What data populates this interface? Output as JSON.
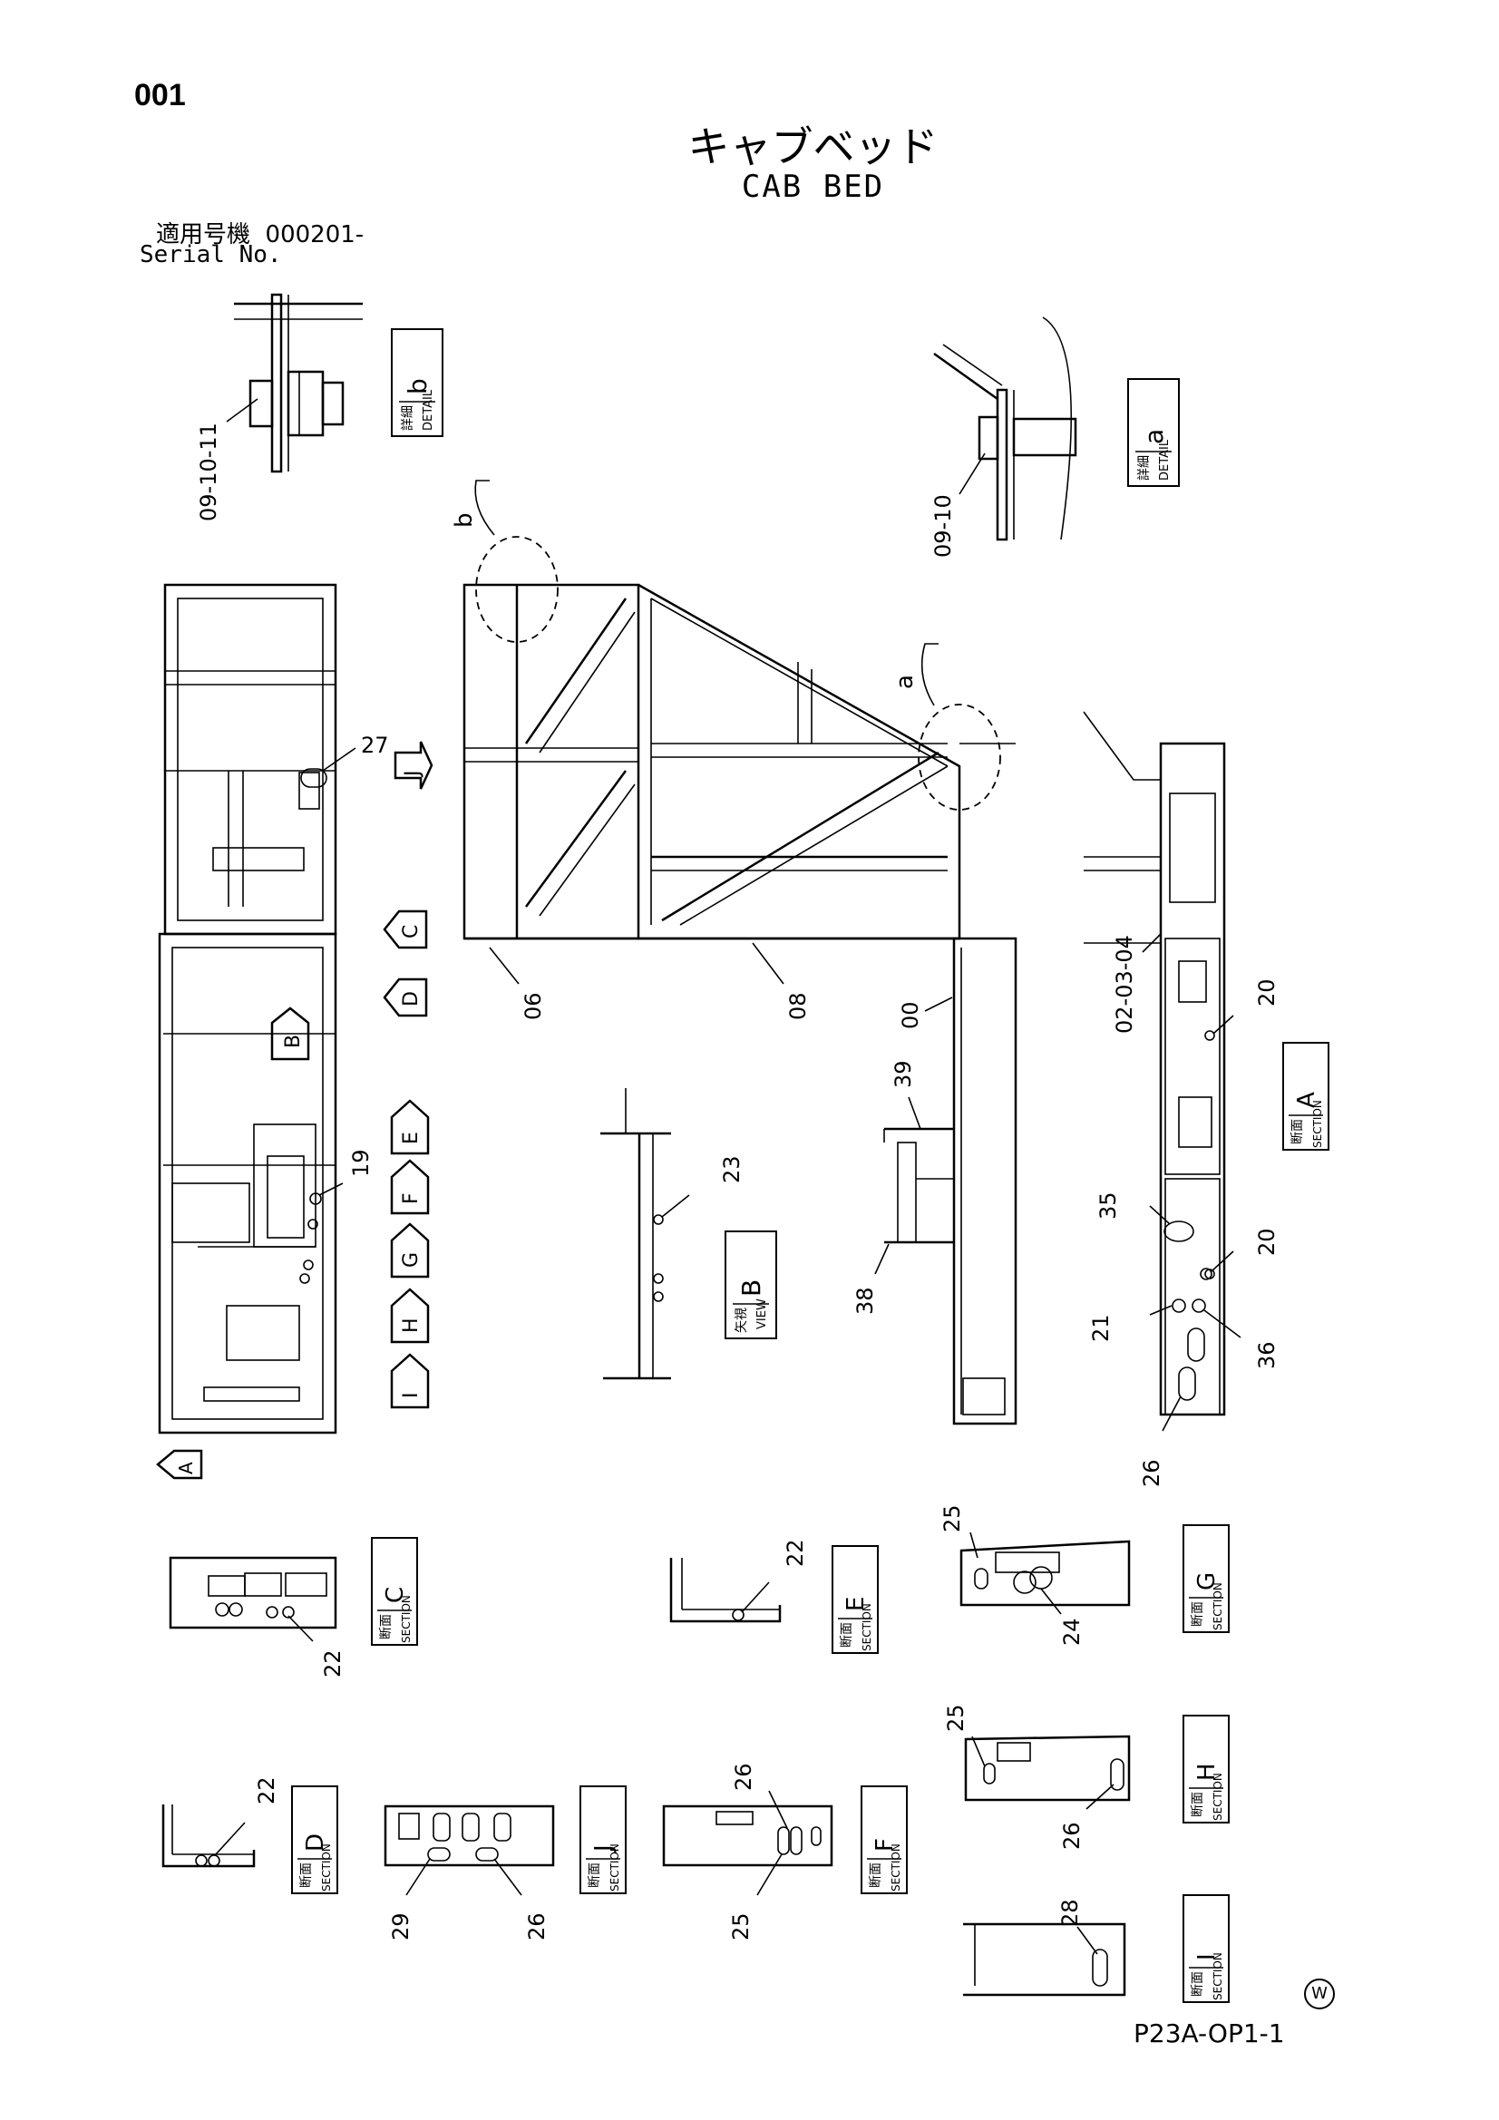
{
  "header": {
    "page_number": "001",
    "title_jp": "キャブベッド",
    "title_en": "CAB BED",
    "serial_label_jp": "適用号機",
    "serial_value": "000201-",
    "serial_label_en": "Serial No."
  },
  "footer": {
    "drawing_code": "P23A-OP1-1",
    "watermark_symbol": "W"
  },
  "part_callouts": [
    "09-10-11",
    "09-10",
    "27",
    "19",
    "06",
    "08",
    "00",
    "02-03-04",
    "20",
    "20",
    "35",
    "21",
    "36",
    "26",
    "39",
    "38",
    "23",
    "22",
    "22",
    "22",
    "25",
    "24",
    "25",
    "26",
    "26",
    "25",
    "28",
    "29",
    "26"
  ],
  "view_labels": {
    "detail_b": {
      "jp": "詳細",
      "en": "DETAIL",
      "letter": "b"
    },
    "detail_a": {
      "jp": "詳細",
      "en": "DETAIL",
      "letter": "a"
    },
    "section_a": {
      "jp": "断面",
      "en": "SECTION",
      "letter": "A"
    },
    "view_b": {
      "jp": "矢視",
      "en": "VIEW",
      "letter": "B"
    },
    "section_c": {
      "jp": "断面",
      "en": "SECTION",
      "letter": "C"
    },
    "section_e": {
      "jp": "断面",
      "en": "SECTION",
      "letter": "E"
    },
    "section_g": {
      "jp": "断面",
      "en": "SECTION",
      "letter": "G"
    },
    "section_h": {
      "jp": "断面",
      "en": "SECTION",
      "letter": "H"
    },
    "section_d": {
      "jp": "断面",
      "en": "SECTION",
      "letter": "D"
    },
    "section_j": {
      "jp": "断面",
      "en": "SECTION",
      "letter": "J"
    },
    "section_f": {
      "jp": "断面",
      "en": "SECTION",
      "letter": "F"
    },
    "section_i": {
      "jp": "断面",
      "en": "SECTION",
      "letter": "I"
    }
  },
  "arrow_letters": [
    "J",
    "C",
    "D",
    "B",
    "E",
    "F",
    "G",
    "H",
    "I",
    "A"
  ],
  "circle_letters": [
    "b",
    "a"
  ]
}
